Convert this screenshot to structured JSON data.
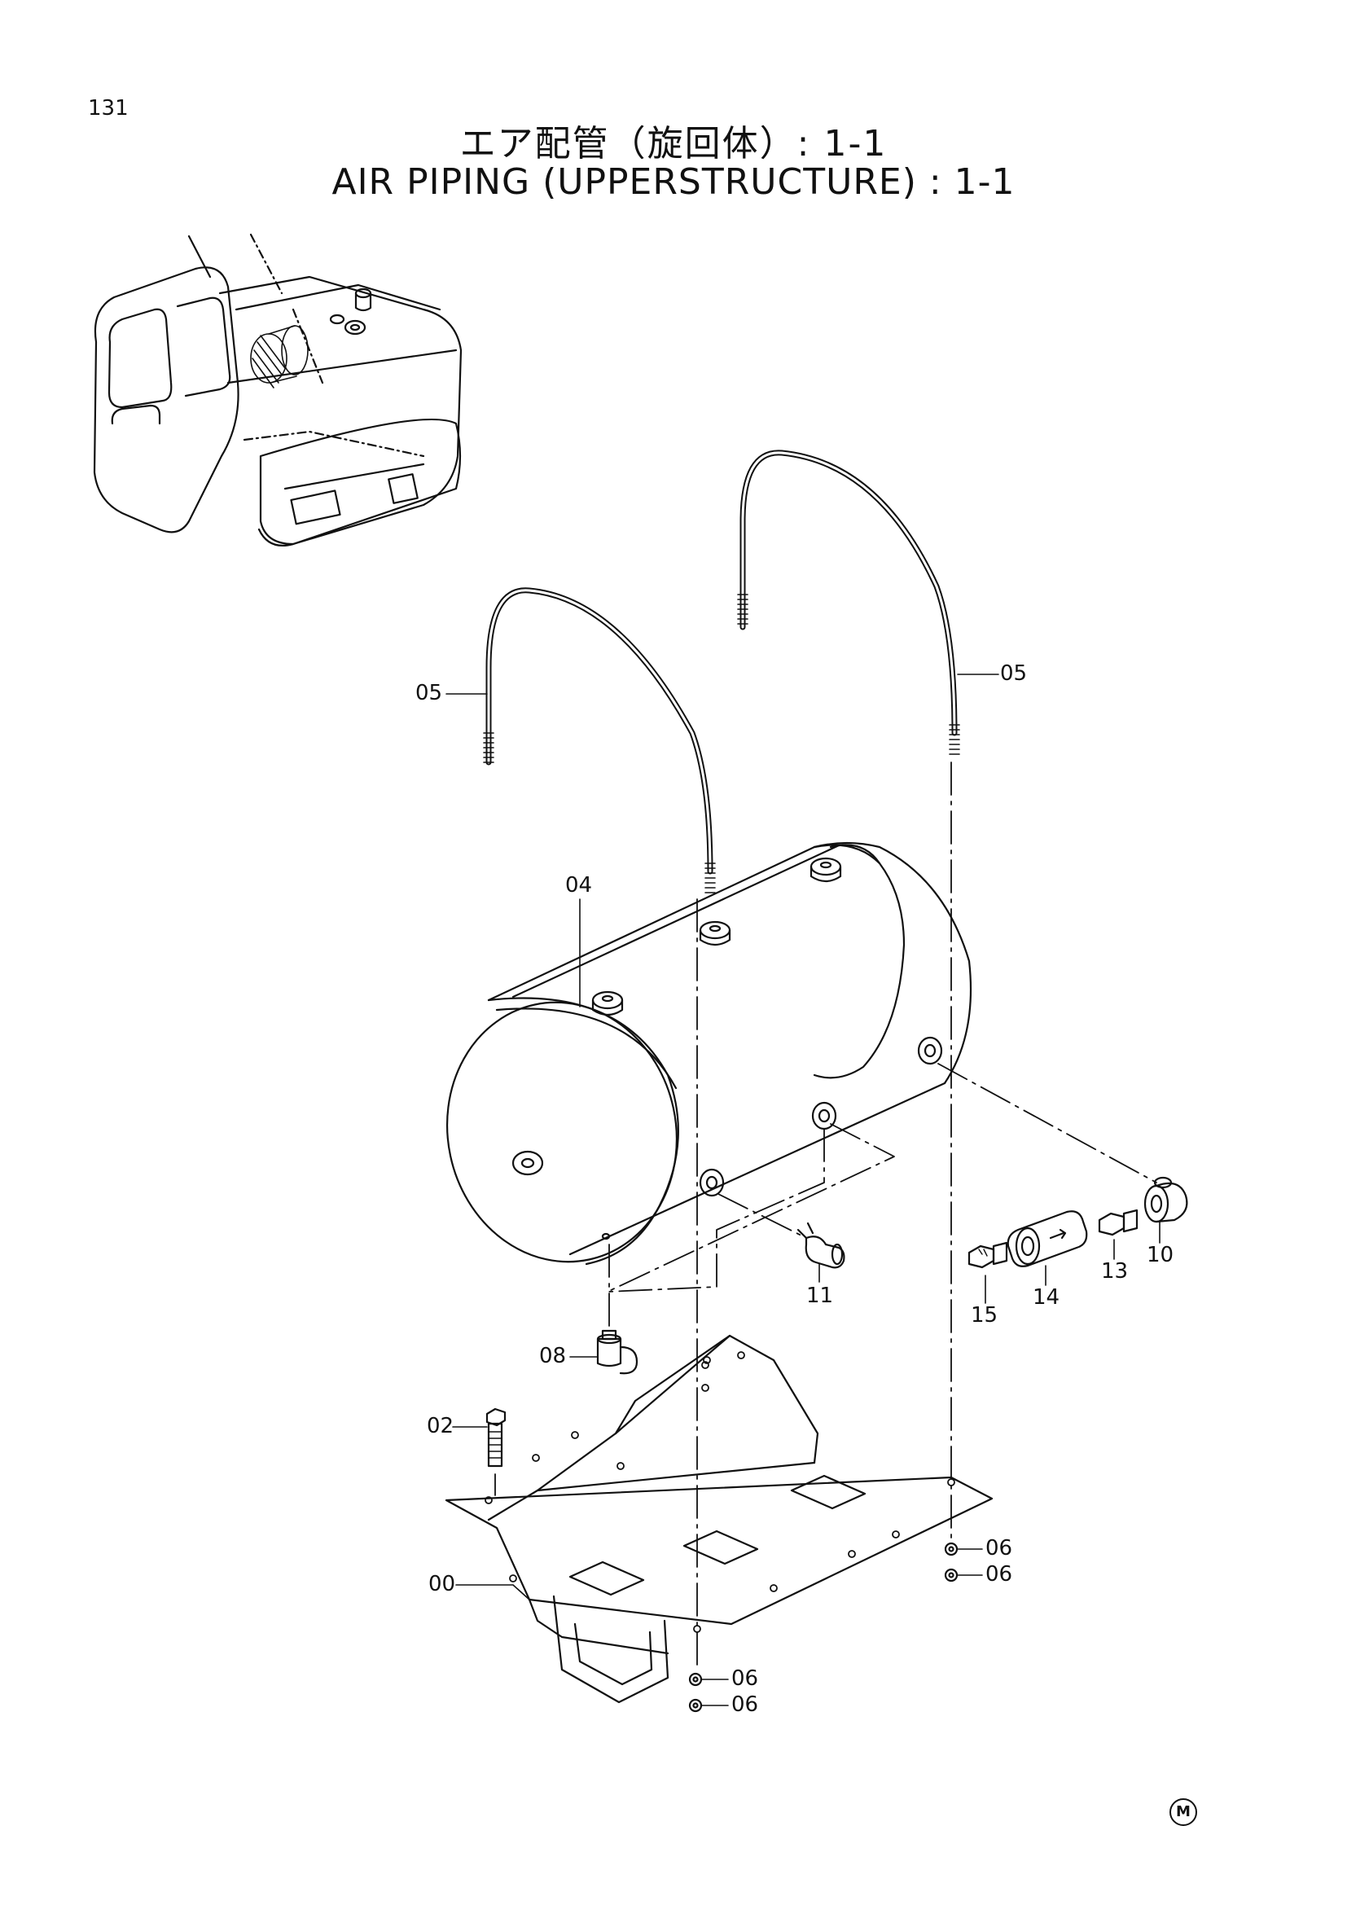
{
  "page": {
    "number": "131",
    "title_jp": "エア配管（旋回体）: 1-1",
    "title_en": "AIR PIPING (UPPERSTRUCTURE) : 1-1",
    "mark": "M"
  },
  "callouts": [
    {
      "id": "c-05a",
      "label": "05"
    },
    {
      "id": "c-05b",
      "label": "05"
    },
    {
      "id": "c-04",
      "label": "04"
    },
    {
      "id": "c-11",
      "label": "11"
    },
    {
      "id": "c-15",
      "label": "15"
    },
    {
      "id": "c-14",
      "label": "14"
    },
    {
      "id": "c-13",
      "label": "13"
    },
    {
      "id": "c-10",
      "label": "10"
    },
    {
      "id": "c-08",
      "label": "08"
    },
    {
      "id": "c-02",
      "label": "02"
    },
    {
      "id": "c-00",
      "label": "00"
    },
    {
      "id": "c-06a",
      "label": "06"
    },
    {
      "id": "c-06b",
      "label": "06"
    },
    {
      "id": "c-06c",
      "label": "06"
    },
    {
      "id": "c-06d",
      "label": "06"
    }
  ]
}
